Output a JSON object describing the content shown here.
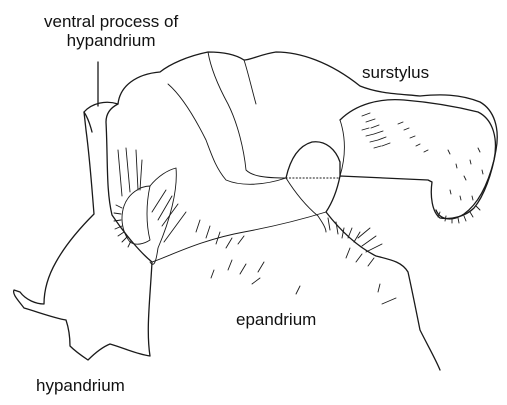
{
  "labels": {
    "ventral_process_line1": "ventral process of",
    "ventral_process_line2": "hypandrium",
    "surstylus": "surstylus",
    "epandrium": "epandrium",
    "hypandrium": "hypandrium"
  }
}
